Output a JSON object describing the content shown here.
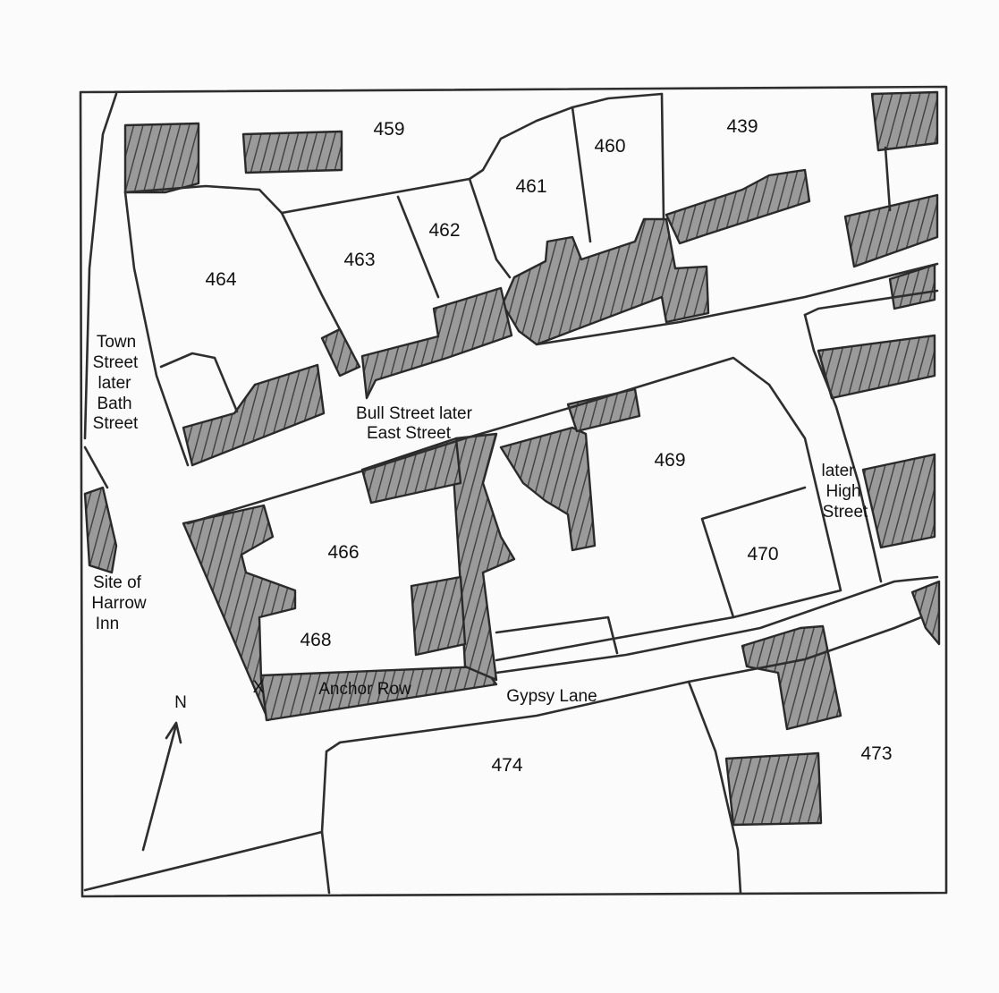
{
  "map": {
    "plots": {
      "p459": "459",
      "p439": "439",
      "p460": "460",
      "p461": "461",
      "p462": "462",
      "p463": "463",
      "p464": "464",
      "p469": "469",
      "p466": "466",
      "p470": "470",
      "p468": "468",
      "p474": "474",
      "p473": "473"
    },
    "streets": {
      "town_street": [
        "Town",
        "Street",
        "later",
        "Bath",
        "Street"
      ],
      "bull_street": [
        "Bull Street later",
        "East Street"
      ],
      "high_street": [
        "later",
        "High",
        "Street"
      ],
      "anchor_row": "Anchor Row",
      "gypsy_lane": "Gypsy Lane"
    },
    "site_harrow": [
      "Site of",
      "Harrow",
      "Inn"
    ],
    "marker_x": "X",
    "north_label": "N"
  }
}
